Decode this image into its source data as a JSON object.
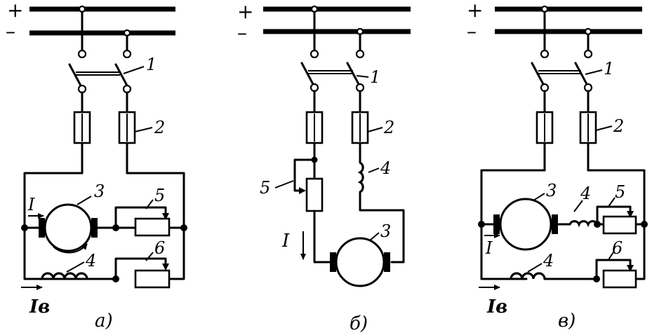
{
  "diagrams": [
    {
      "caption": "a)",
      "plus": "+",
      "minus": "–",
      "labels": {
        "switch": "1",
        "fuse": "2",
        "armature": "3",
        "field": "4",
        "rheo_armature": "5",
        "rheo_field": "6"
      },
      "currents": {
        "armature": "I",
        "field": "Iв"
      }
    },
    {
      "caption": "б)",
      "plus": "+",
      "minus": "–",
      "labels": {
        "switch": "1",
        "fuse": "2",
        "armature": "3",
        "field": "4",
        "rheo": "5"
      },
      "currents": {
        "main": "I"
      }
    },
    {
      "caption": "в)",
      "plus": "+",
      "minus": "–",
      "labels": {
        "switch": "1",
        "fuse": "2",
        "armature": "3",
        "series_field": "4",
        "rheo_armature": "5",
        "shunt_field": "4",
        "rheo_field": "6"
      },
      "currents": {
        "armature": "I",
        "field": "Iв"
      }
    }
  ]
}
